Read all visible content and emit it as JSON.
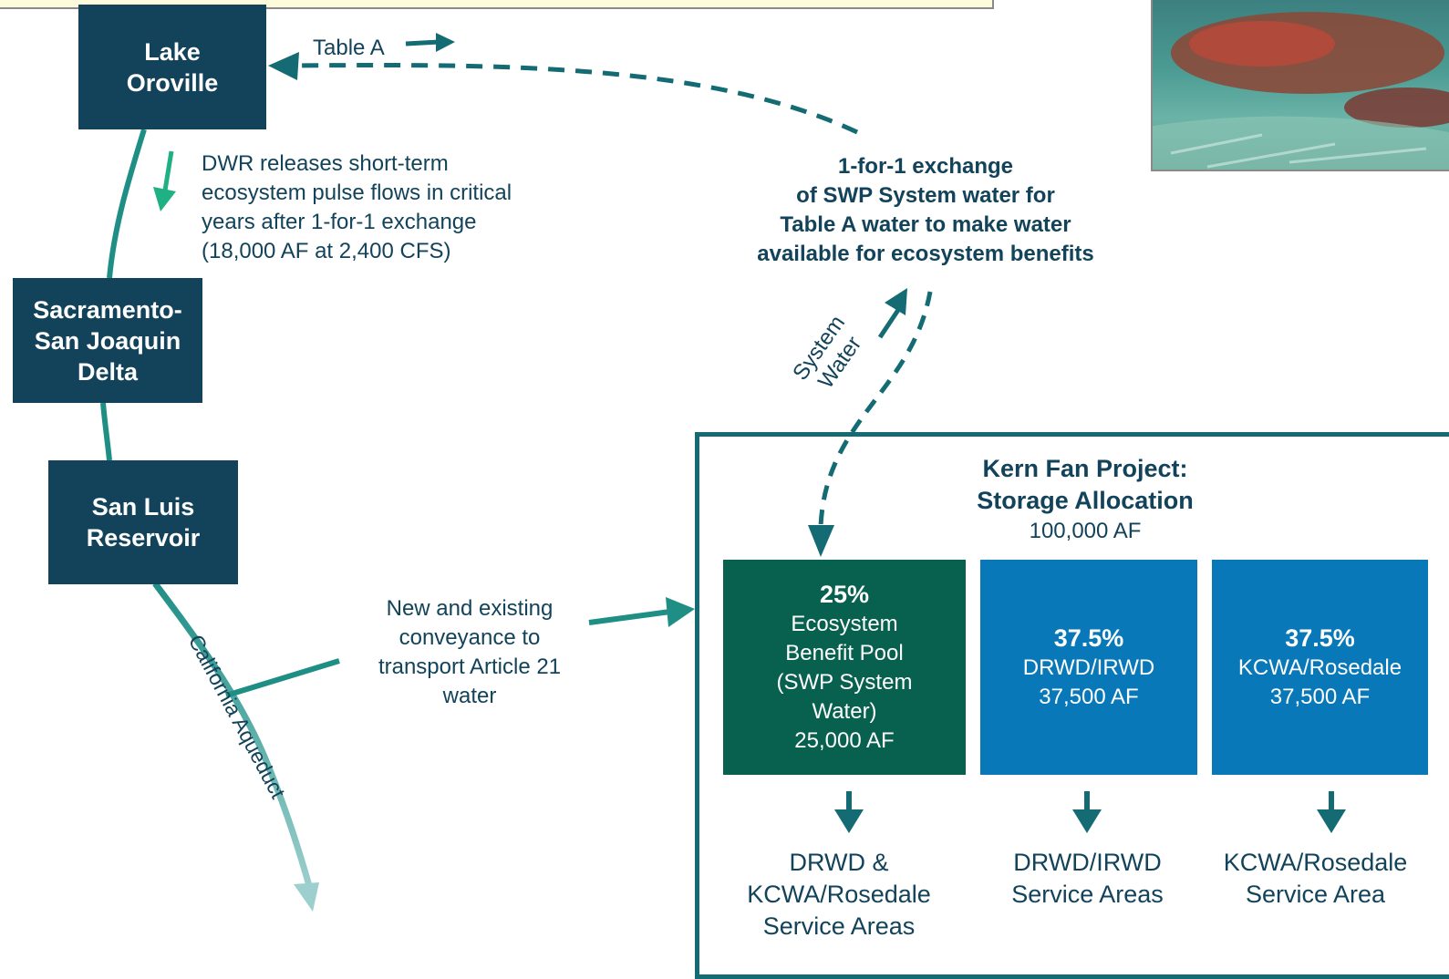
{
  "nodes": {
    "lake_oroville": [
      "Lake",
      "Oroville"
    ],
    "delta": [
      "Sacramento-",
      "San Joaquin",
      "Delta"
    ],
    "san_luis": [
      "San Luis",
      "Reservoir"
    ]
  },
  "labels": {
    "table_a": "Table A",
    "pulse_flows": [
      "DWR releases short-term",
      "ecosystem pulse flows in critical",
      "years after 1-for-1 exchange",
      "(18,000 AF at 2,400 CFS)"
    ],
    "exchange": [
      "1-for-1 exchange",
      "of SWP System water for",
      "Table A water to make water",
      "available for ecosystem benefits"
    ],
    "system_water": [
      "System",
      "Water"
    ],
    "conveyance": [
      "New and existing",
      "conveyance to",
      "transport Article 21",
      "water"
    ],
    "california_aqueduct": "California Aqueduct"
  },
  "kern_fan": {
    "title": [
      "Kern Fan Project:",
      "Storage Allocation"
    ],
    "total": "100,000 AF",
    "pools": [
      {
        "percent": "25%",
        "lines": [
          "Ecosystem",
          "Benefit Pool",
          "(SWP System",
          "Water)",
          "25,000 AF"
        ],
        "color": "#08604f",
        "service_area": [
          "DRWD &",
          "KCWA/Rosedale",
          "Service Areas"
        ]
      },
      {
        "percent": "37.5%",
        "lines": [
          "DRWD/IRWD",
          "37,500 AF"
        ],
        "color": "#0878b8",
        "service_area": [
          "DRWD/IRWD",
          "Service Areas"
        ]
      },
      {
        "percent": "37.5%",
        "lines": [
          "KCWA/Rosedale",
          "37,500 AF"
        ],
        "color": "#0878b8",
        "service_area": [
          "KCWA/Rosedale",
          "Service Area"
        ]
      }
    ]
  },
  "colors": {
    "node_fill": "#12435a",
    "flow_line": "#1f8f86",
    "dashed_arrow": "#146b73",
    "pulse_arrow": "#1fb083",
    "ecosystem_pool": "#08604f",
    "storage_pool": "#0878b8"
  },
  "photo": {
    "icon": "salmon-photo"
  }
}
